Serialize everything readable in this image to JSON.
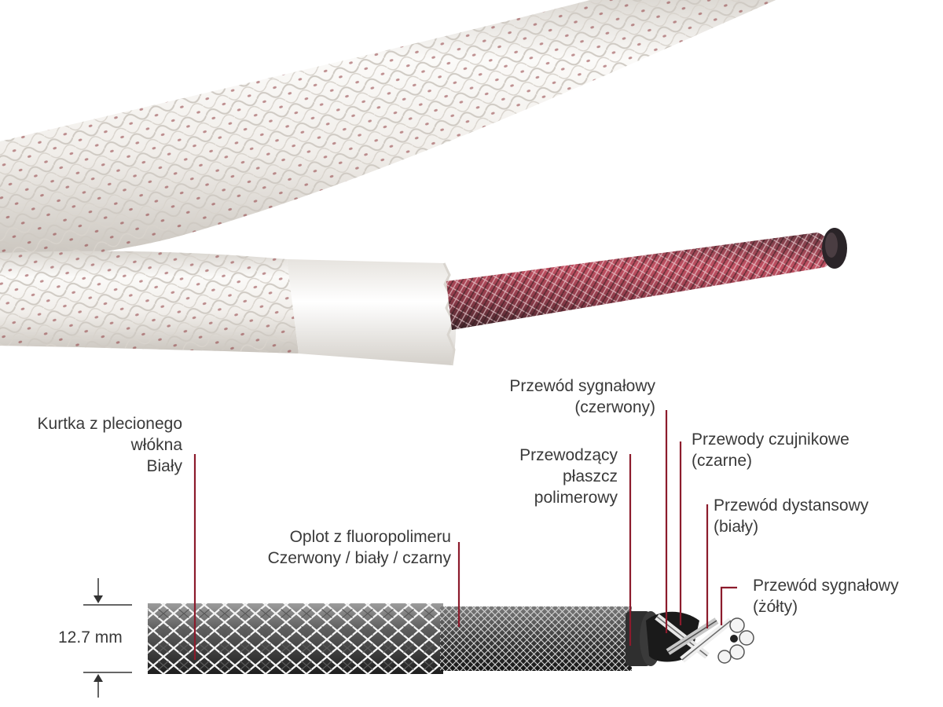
{
  "callouts": {
    "jacket": {
      "lines": [
        "Kurtka z plecionego",
        "włókna",
        "Biały"
      ]
    },
    "braid": {
      "lines": [
        "Oplot z fluoropolimeru",
        "Czerwony / biały / czarny"
      ]
    },
    "sheath": {
      "lines": [
        "Przewodzący",
        "płaszcz",
        "polimerowy"
      ]
    },
    "signal_red": {
      "lines": [
        "Przewód sygnałowy",
        "(czerwony)"
      ]
    },
    "sensor": {
      "lines": [
        "Przewody czujnikowe",
        "(czarne)"
      ]
    },
    "spacer": {
      "lines": [
        "Przewód dystansowy",
        "(biały)"
      ]
    },
    "signal_yellow": {
      "lines": [
        "Przewód sygnałowy",
        "(żółty)"
      ]
    }
  },
  "dimension": {
    "text": "12.7 mm"
  },
  "colors": {
    "callout_line": "#8c1b2c",
    "label_text": "#3a3a3a",
    "jacket_white": "#f4f2ee",
    "braid_red": "#b3283c",
    "braid_dark": "#4a2a30"
  }
}
